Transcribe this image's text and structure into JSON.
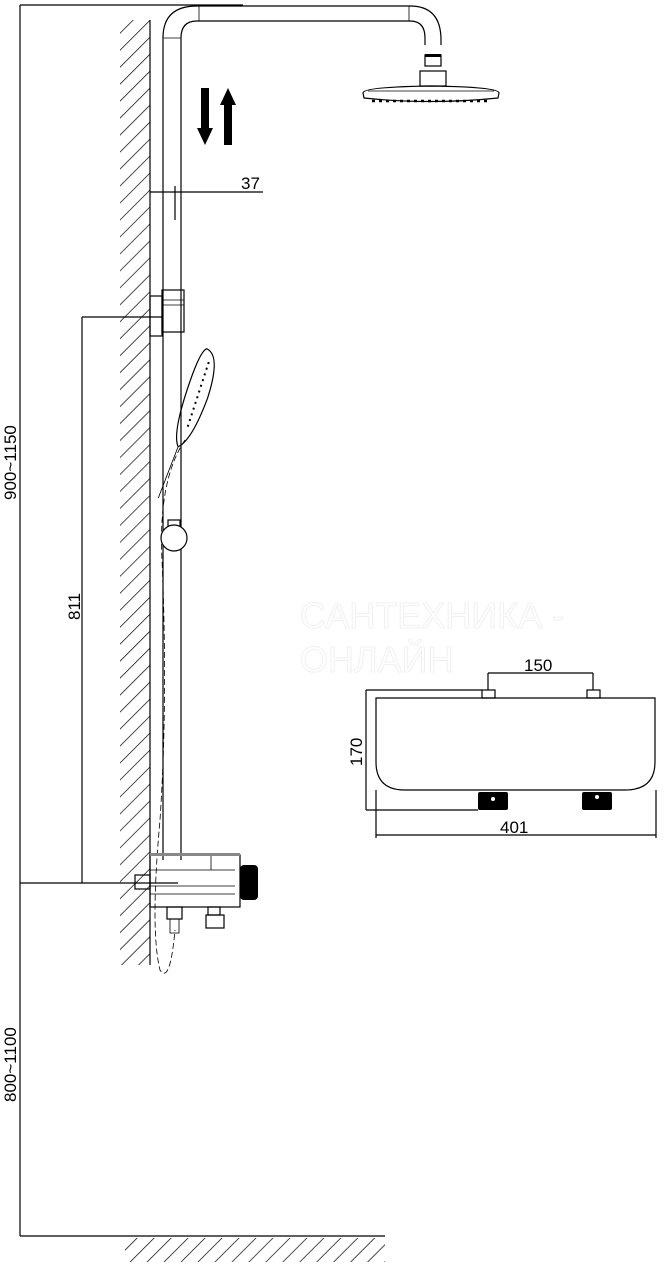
{
  "dimensions": {
    "total_height_range": "900~1150",
    "floor_to_valve_range": "800~1100",
    "bracket_to_valve": "811",
    "wall_offset": "37",
    "inlet_spacing": "150",
    "valve_depth": "170",
    "valve_width": "401"
  },
  "watermark": {
    "line1": "САНТЕХНИКА -",
    "line2": "ОНЛАЙН"
  },
  "colors": {
    "line": "#000000",
    "background": "#ffffff"
  }
}
